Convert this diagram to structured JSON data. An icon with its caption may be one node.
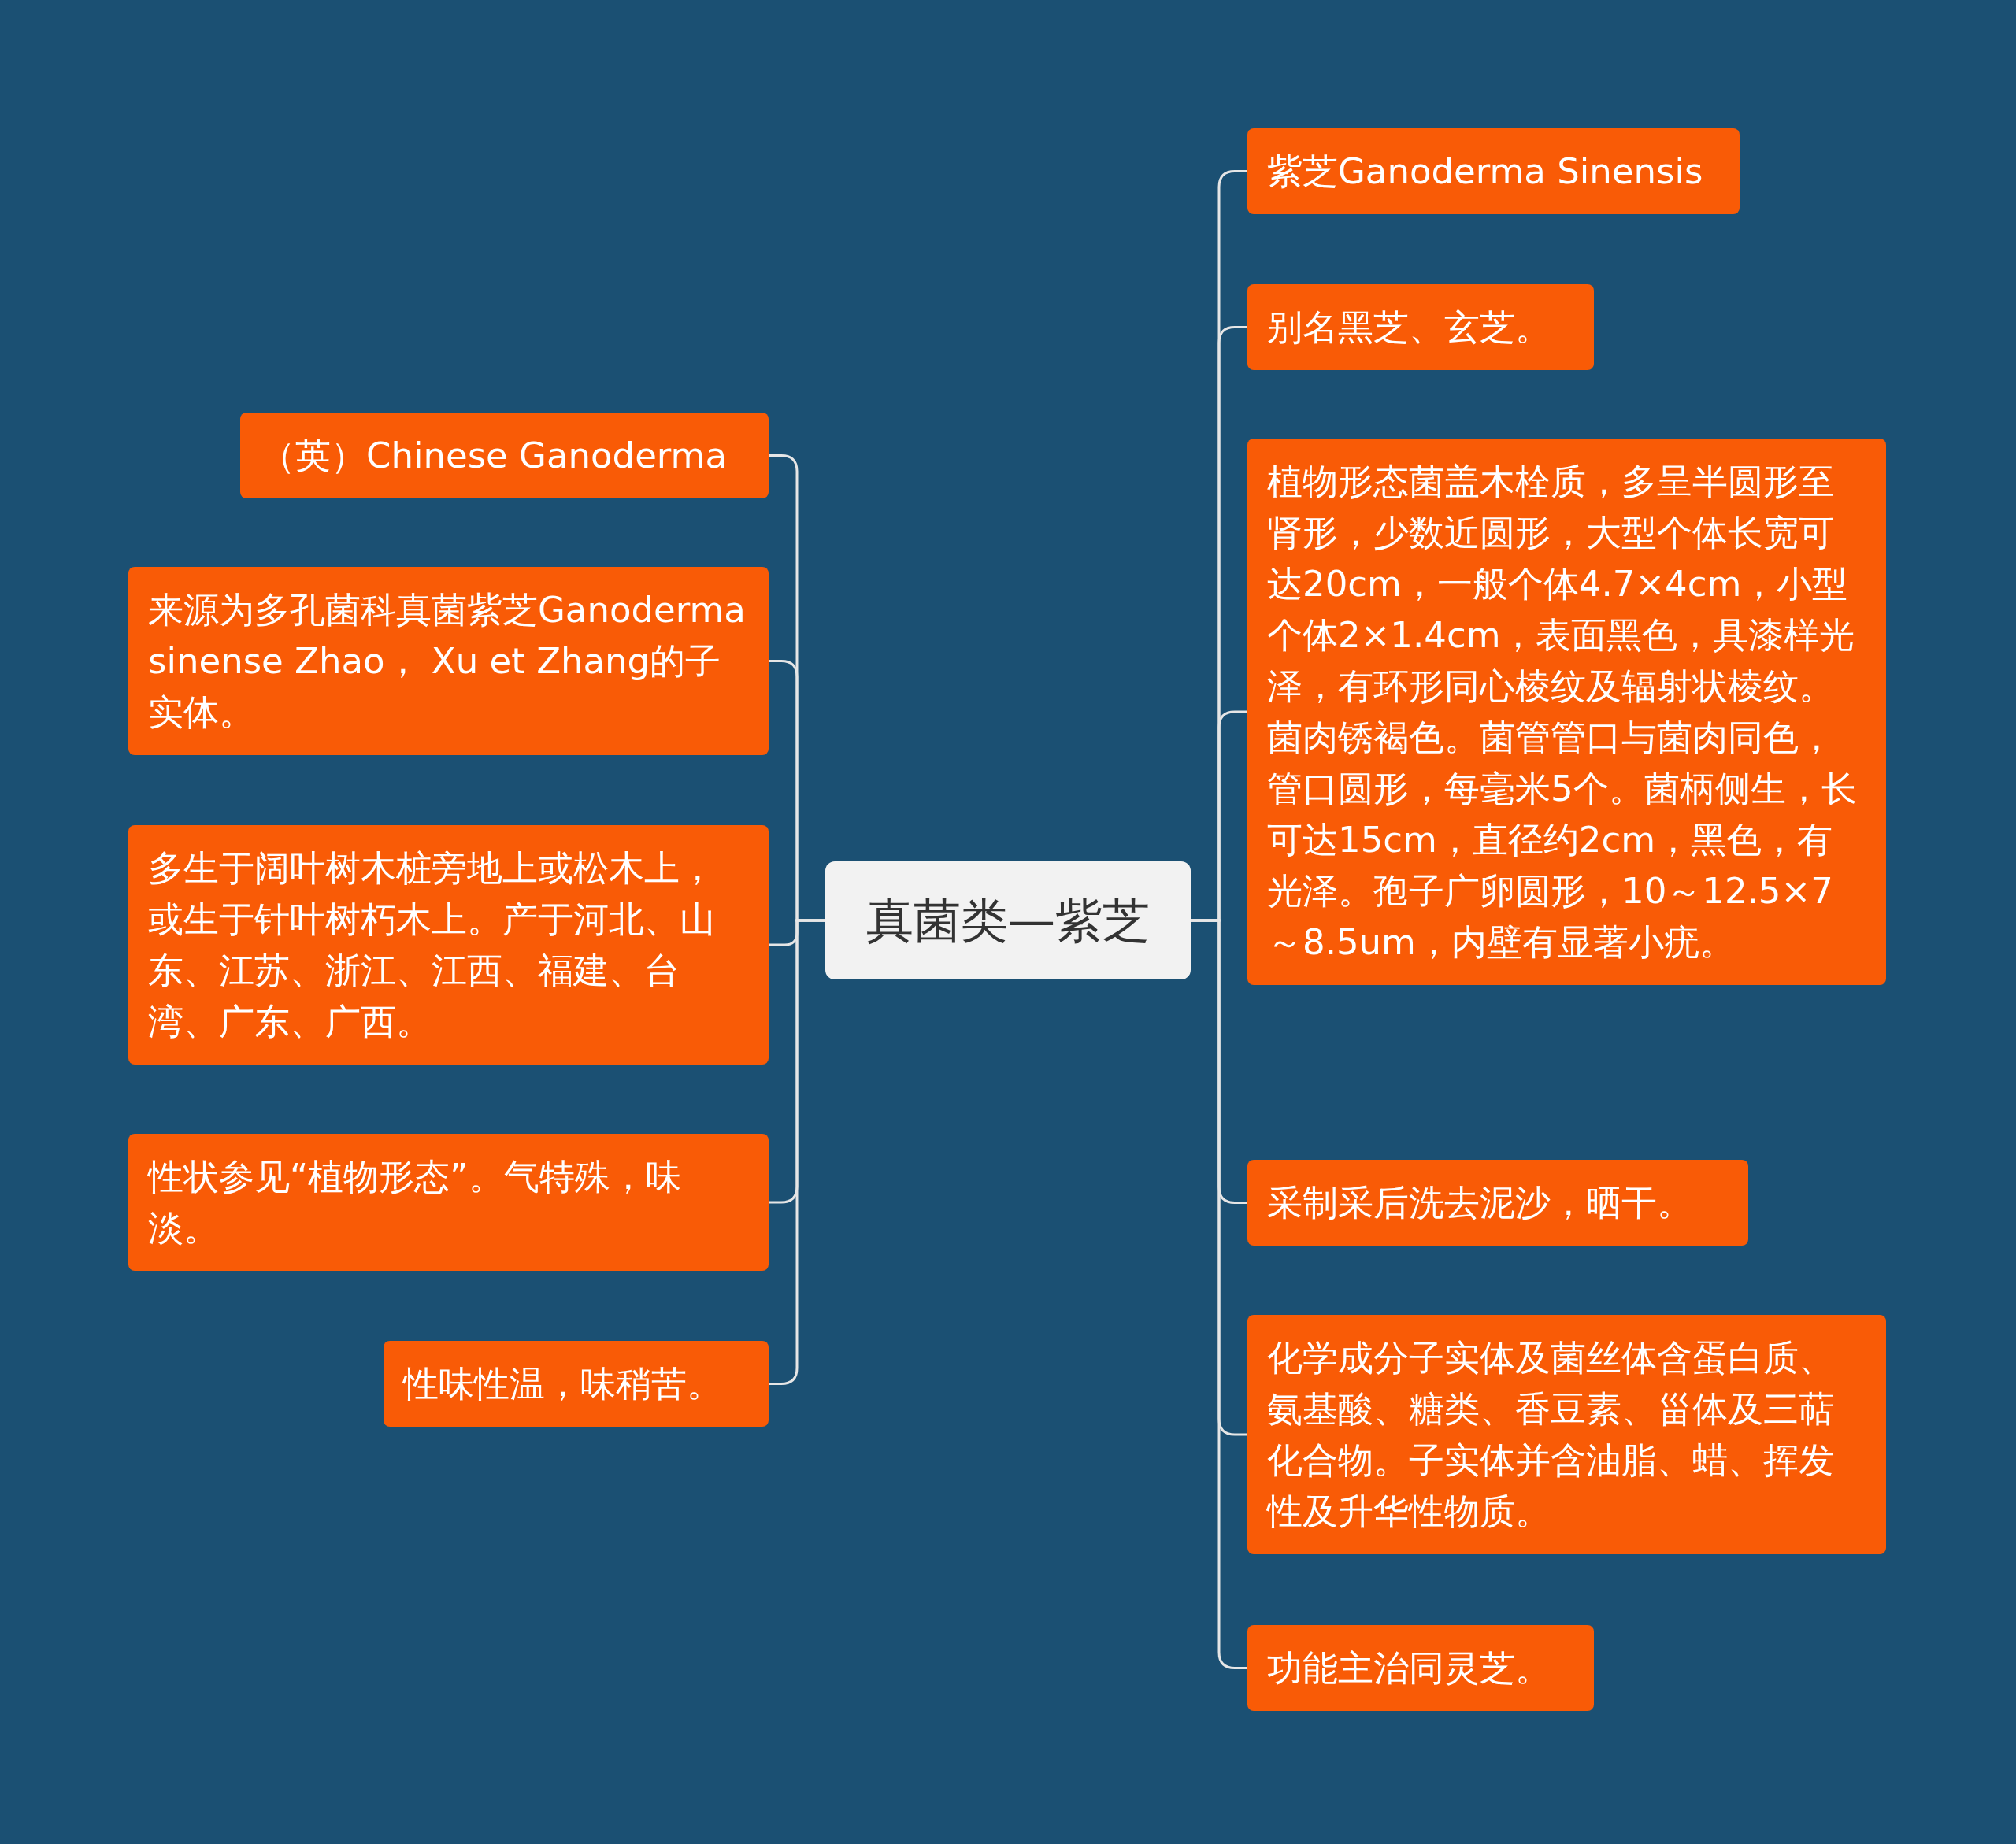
{
  "diagram": {
    "nodes": [
      {
        "text": [
          "真菌类—紫芝"
        ]
      },
      {
        "text": [
          "（英）Chinese Ganoderma"
        ]
      },
      {
        "text": [
          "来源为多孔菌科真菌紫芝Ganoderma sinense Zhao， Xu et Zhang的子实体。"
        ]
      },
      {
        "text": [
          "多生于阔叶树木桩旁地上或松木上，或生于针叶树朽木上。产于河北、山东、江苏、浙江、江西、福建、台湾、广东、广西。"
        ]
      },
      {
        "text": [
          "性状参见“植物形态”。气特殊，味淡。"
        ]
      },
      {
        "text": [
          "性味性温，味稍苦。"
        ]
      },
      {
        "text": [
          "紫芝Ganoderma Sinensis"
        ]
      },
      {
        "text": [
          "别名黑芝、玄芝。"
        ]
      },
      {
        "text": [
          "植物形态菌盖木栓质，多呈半圆形至肾形，少数近圆形，大型个体长宽可达20cm，一般个体4.7×4cm，小型个体2×1.4cm，表面黑色，具漆样光泽，有环形同心棱纹及辐射状棱纹。菌肉锈褐色。菌管管口与菌肉同色，管口圆形，每毫米5个。菌柄侧生，长可达15cm，直径约2cm，黑色，有光泽。孢子广卵圆形，10～12.5×7～8.5um，内壁有显著小疣。"
        ]
      },
      {
        "text": [
          "采制采后洗去泥沙，晒干。"
        ]
      },
      {
        "text": [
          "化学成分子实体及菌丝体含蛋白质、氨基酸、糖类、香豆素、甾体及三萜化合物。子实体并含油脂、蜡、挥发性及升华性物质。"
        ]
      },
      {
        "text": [
          "功能主治同灵芝。"
        ]
      }
    ],
    "edges": [
      {
        "from": 0,
        "to": 1,
        "arrow": "none"
      },
      {
        "from": 0,
        "to": 2,
        "arrow": "none"
      },
      {
        "from": 0,
        "to": 3,
        "arrow": "none"
      },
      {
        "from": 0,
        "to": 4,
        "arrow": "none"
      },
      {
        "from": 0,
        "to": 5,
        "arrow": "none"
      },
      {
        "from": 0,
        "to": 6,
        "arrow": "none"
      },
      {
        "from": 0,
        "to": 7,
        "arrow": "none"
      },
      {
        "from": 0,
        "to": 8,
        "arrow": "none"
      },
      {
        "from": 0,
        "to": 9,
        "arrow": "none"
      },
      {
        "from": 0,
        "to": 10,
        "arrow": "none"
      },
      {
        "from": 0,
        "to": 11,
        "arrow": "none"
      }
    ]
  }
}
